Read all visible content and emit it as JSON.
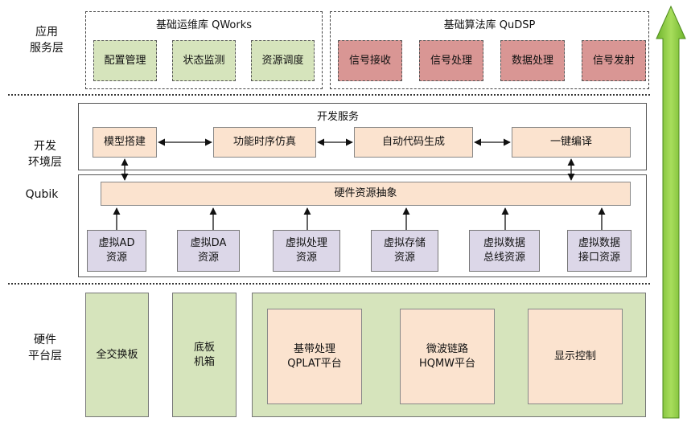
{
  "layers": {
    "app": "应用\n服务层",
    "dev": "开发\n环境层",
    "qubik": "Qubik",
    "hw": "硬件\n平台层"
  },
  "qworks": {
    "title": "基础运维库 QWorks",
    "items": [
      "配置管理",
      "状态监测",
      "资源调度"
    ]
  },
  "qudsp": {
    "title": "基础算法库 QuDSP",
    "items": [
      "信号接收",
      "信号处理",
      "数据处理",
      "信号发射"
    ]
  },
  "dev_services": {
    "title": "开发服务",
    "items": [
      "模型搭建",
      "功能时序仿真",
      "自动代码生成",
      "一键编译"
    ]
  },
  "hw_abstraction": "硬件资源抽象",
  "virtual_resources": [
    "虚拟AD\n资源",
    "虚拟DA\n资源",
    "虚拟处理\n资源",
    "虚拟存储\n资源",
    "虚拟数据\n总线资源",
    "虚拟数据\n接口资源"
  ],
  "hardware": {
    "crossbar": "全交换板",
    "chassis": "底板\n机箱",
    "platforms": [
      "基带处理\nQPLAT平台",
      "微波链路\nHQMW平台",
      "显示控制"
    ]
  },
  "colors": {
    "green": "#d6e4bc",
    "red": "#d99694",
    "peach": "#fbe3cf",
    "lavender": "#dcd7e8",
    "arrow_green": "#8fce3e"
  }
}
